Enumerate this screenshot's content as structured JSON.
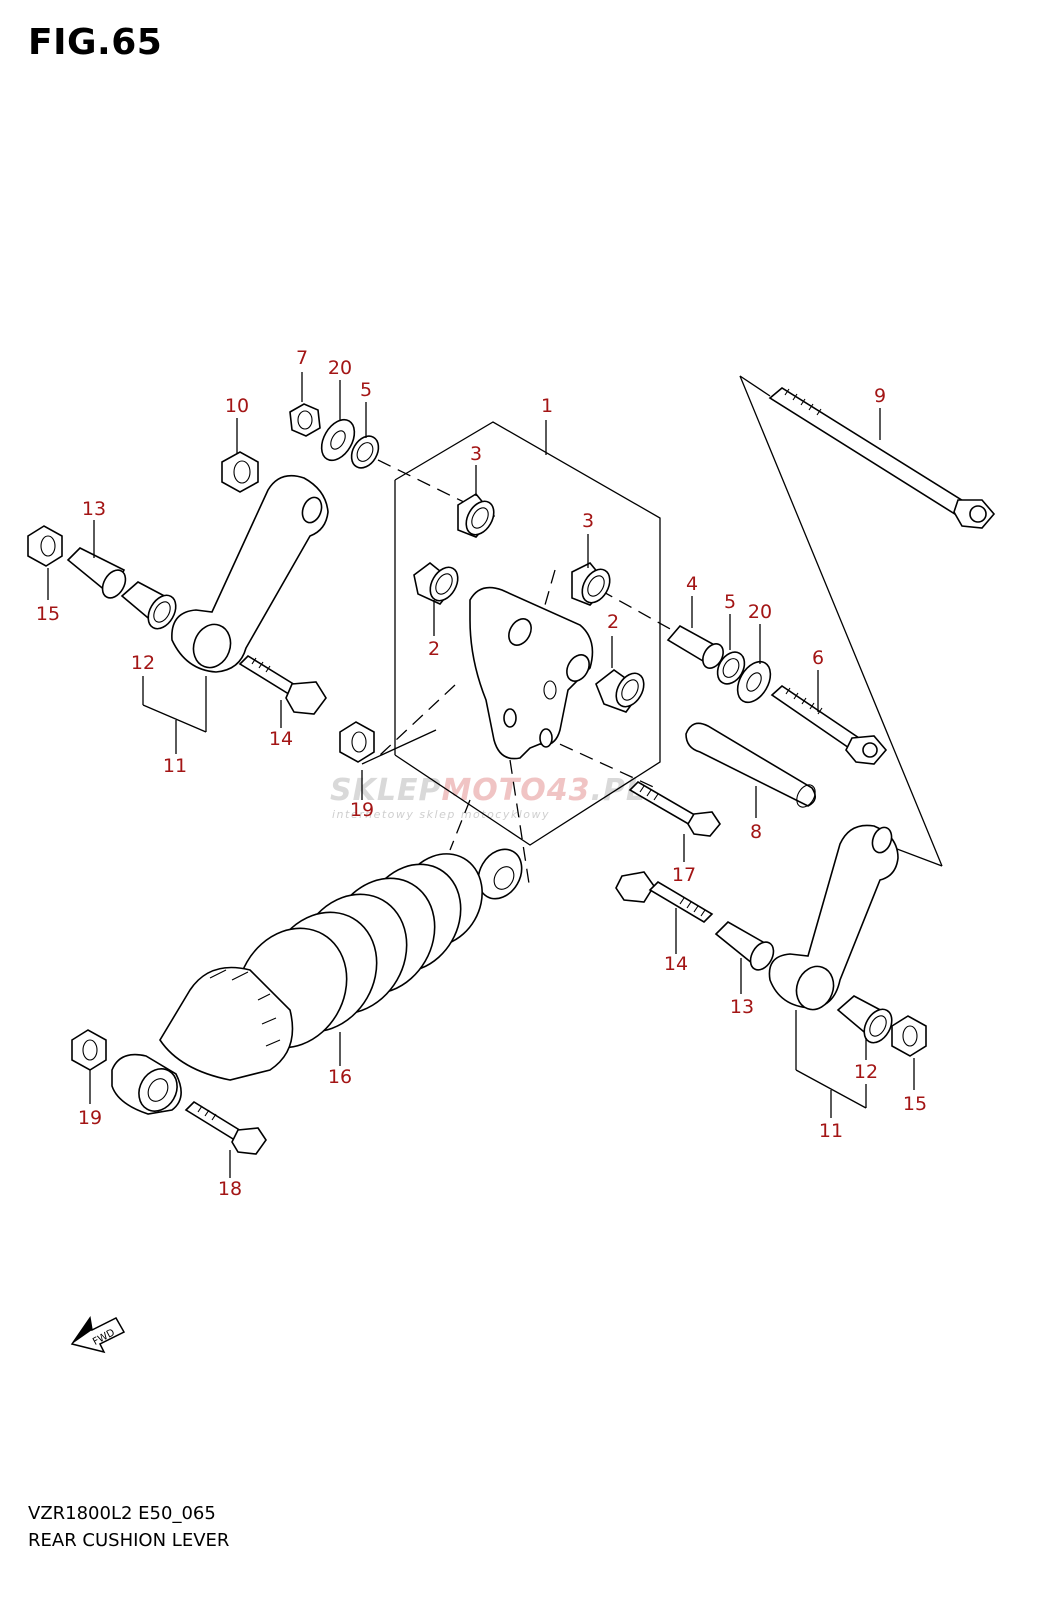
{
  "figure": {
    "title": "FIG.65",
    "model_code": "VZR1800L2 E50_065",
    "name": "REAR CUSHION LEVER"
  },
  "watermark": {
    "brand_part1": "SKLEP",
    "brand_part2": "MOTO",
    "brand_part3": "43",
    "brand_part4": ".PL",
    "tagline": "internetowy sklep motocyklowy"
  },
  "fwd_label": "FWD",
  "callouts": {
    "c1": "1",
    "c2a": "2",
    "c2b": "2",
    "c3a": "3",
    "c3b": "3",
    "c4": "4",
    "c5a": "5",
    "c5b": "5",
    "c6": "6",
    "c7": "7",
    "c8": "8",
    "c9": "9",
    "c10": "10",
    "c11a": "11",
    "c11b": "11",
    "c12a": "12",
    "c12b": "12",
    "c13a": "13",
    "c13b": "13",
    "c14a": "14",
    "c14b": "14",
    "c15a": "15",
    "c15b": "15",
    "c16": "16",
    "c17": "17",
    "c18": "18",
    "c19a": "19",
    "c19b": "19",
    "c20a": "20",
    "c20b": "20"
  },
  "colors": {
    "callout": "#a31515",
    "line": "#000000",
    "watermark": "#d9d9d9"
  }
}
